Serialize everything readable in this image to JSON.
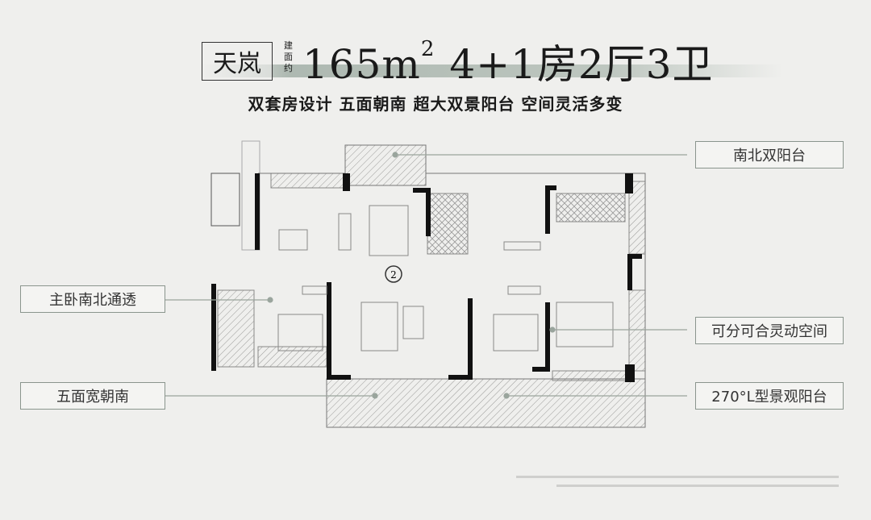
{
  "header": {
    "unit_name": "天岚",
    "area_prefix": "建面约",
    "area_number": "165m",
    "area_sup": "2",
    "layout": "4+1房2厅3卫"
  },
  "subtitle": "双套房设计 五面朝南 超大双景阳台 空间灵活多变",
  "callouts": {
    "north_south_balcony": "南北双阳台",
    "master_bedroom": "主卧南北通透",
    "flexible_space": "可分可合灵动空间",
    "five_south": "五面宽朝南",
    "l_balcony": "270°L型景观阳台"
  },
  "plan_marker": "2",
  "colors": {
    "background": "#efefed",
    "wall": "#111111",
    "callout_border": "#8a958d",
    "band": "#8c9e92"
  }
}
